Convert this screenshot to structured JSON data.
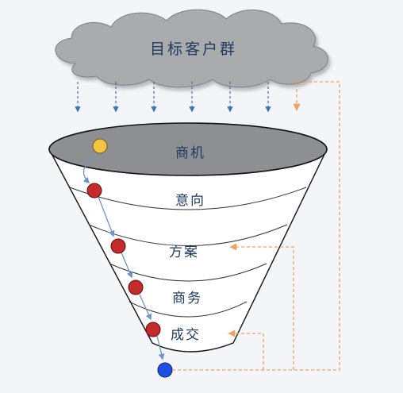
{
  "cloud": {
    "label": "目标客户群"
  },
  "funnel": {
    "stages": [
      {
        "label": "商机"
      },
      {
        "label": "意向"
      },
      {
        "label": "方案"
      },
      {
        "label": "商务"
      },
      {
        "label": "成交"
      }
    ]
  },
  "colors": {
    "cloud": "#a9abad",
    "funnel_top": "#8d8f92",
    "funnel_body": "#ffffff",
    "outline": "#111111",
    "dot_start": "#f4c542",
    "dot_mid": "#c62b2b",
    "dot_end": "#1f4fe0",
    "feedback_line": "#f0a05a",
    "down_arrow": "#3e6fb0",
    "path_arrow": "#6f93c8"
  }
}
